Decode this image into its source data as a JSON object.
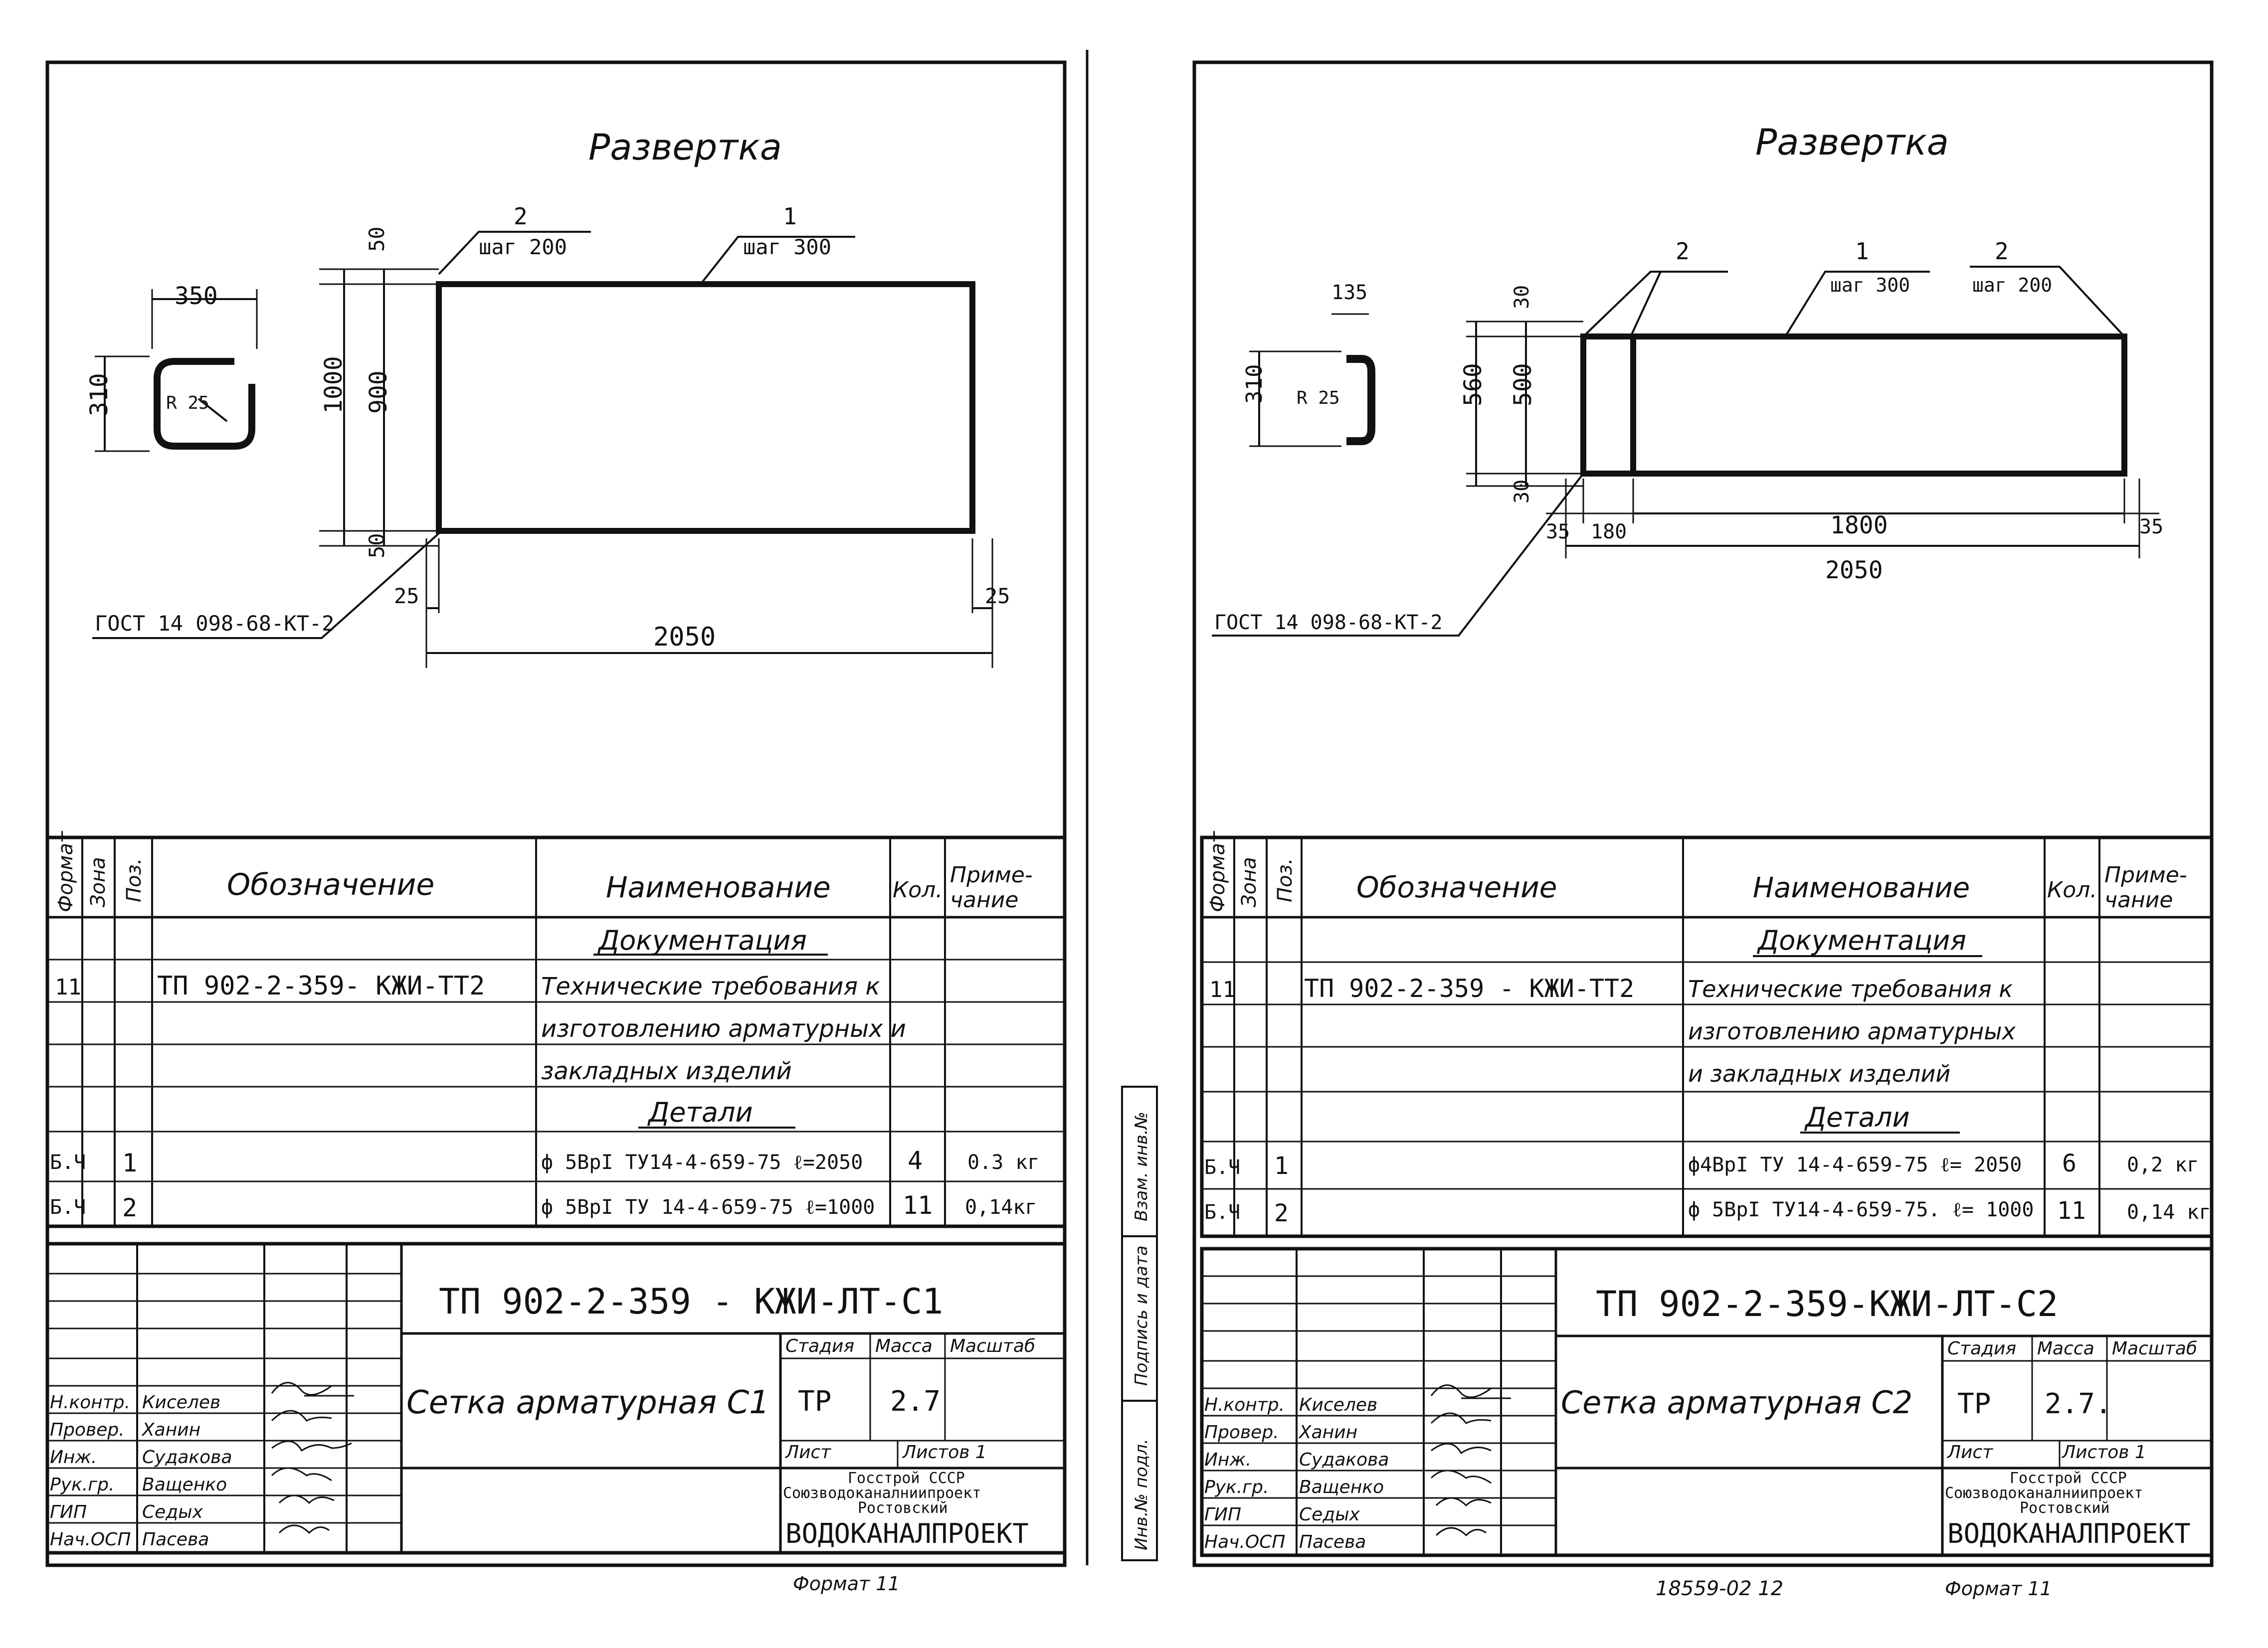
{
  "sheets": [
    {
      "title": "Развертка",
      "gost": "ГОСТ 14 098-68-КТ-2",
      "dims": {
        "section_w": "350",
        "section_h": "310",
        "radius": "R 25",
        "total_h": "1000",
        "inner_h": "900",
        "top_off": "50",
        "bot_off": "50",
        "left_off": "25",
        "right_off": "25",
        "total_w": "2050"
      },
      "callouts": [
        {
          "pos": "2",
          "step": "шаг 200"
        },
        {
          "pos": "1",
          "step": "шаг 300"
        }
      ],
      "headers": {
        "format": "Формат",
        "zone": "Зона",
        "pos": "Поз.",
        "designation": "Обозначение",
        "name": "Наименование",
        "qty": "Кол.",
        "note": "Приме-\nчание"
      },
      "sections": {
        "docs": "Документация",
        "details": "Детали"
      },
      "rows": {
        "doc": {
          "format": "11",
          "designation": "ТП 902-2-359- КЖИ-ТТ2",
          "name1": "Технические требования к",
          "name2": "изготовлению арматурных и",
          "name3": "закладных изделий"
        },
        "d1": {
          "format": "Б.Ч",
          "pos": "1",
          "name": "ф 5ВрI ТУ14-4-659-75  ℓ=2050",
          "qty": "4",
          "note": "0.3 кг"
        },
        "d2": {
          "format": "Б.Ч",
          "pos": "2",
          "name": "ф 5ВрI ТУ 14-4-659-75  ℓ=1000",
          "qty": "11",
          "note": "0,14кг"
        }
      },
      "stamp": {
        "code": "ТП 902-2-359 - КЖИ-ЛТ-С1",
        "name": "Сетка арматурная С1",
        "stage_h": "Стадия",
        "mass_h": "Масса",
        "scale_h": "Масштаб",
        "stage": "ТР",
        "mass": "2.7",
        "sheet_h": "Лист",
        "sheets_h": "Листов 1",
        "org1": "Госстрой СССР",
        "org2": "Союзводоканалниипроект",
        "org3": "Ростовский",
        "org4": "ВОДОКАНАЛПРОЕКТ",
        "people": [
          {
            "role": "Н.контр.",
            "name": "Киселев"
          },
          {
            "role": "Провер.",
            "name": "Ханин"
          },
          {
            "role": "Инж.",
            "name": "Судакова"
          },
          {
            "role": "Рук.гр.",
            "name": "Ващенко"
          },
          {
            "role": "ГИП",
            "name": "Седых"
          },
          {
            "role": "Нач.ОСП",
            "name": "Пасева"
          }
        ]
      },
      "format": "Формат 11"
    },
    {
      "title": "Развертка",
      "gost": "ГОСТ 14 098-68-КТ-2",
      "dims": {
        "section_w": "135",
        "section_h": "310",
        "radius": "R 25",
        "total_h": "560",
        "inner_h": "500",
        "top_off": "30",
        "bot_off": "30",
        "d35a": "35",
        "d180": "180",
        "d1800": "1800",
        "d35b": "35",
        "total_w": "2050"
      },
      "callouts": [
        {
          "pos": "2",
          "step": ""
        },
        {
          "pos": "1",
          "step": "шаг 300"
        },
        {
          "pos": "2",
          "step": "шаг 200"
        }
      ],
      "rows": {
        "doc": {
          "format": "11",
          "designation": "ТП 902-2-359 - КЖИ-ТТ2",
          "name1": "Технические требования к",
          "name2": "изготовлению арматурных",
          "name3": "и закладных изделий"
        },
        "d1": {
          "format": "Б.Ч",
          "pos": "1",
          "name": "ф4ВрI ТУ 14-4-659-75  ℓ= 2050",
          "qty": "6",
          "note": "0,2 кг"
        },
        "d2": {
          "format": "Б.Ч",
          "pos": "2",
          "name": "ф 5ВрI ТУ14-4-659-75.  ℓ= 1000",
          "qty": "11",
          "note": "0,14 кг"
        }
      },
      "side": {
        "a": "Взам. инв.№",
        "b": "Подпись и дата",
        "c": "Инв.№ подл."
      },
      "stamp": {
        "code": "ТП 902-2-359-КЖИ-ЛТ-С2",
        "name": "Сетка арматурная С2",
        "stage": "ТР",
        "mass": "2.7.",
        "sheets_h": "Листов 1"
      },
      "format": "Формат 11",
      "serial": "18559-02 12"
    }
  ]
}
